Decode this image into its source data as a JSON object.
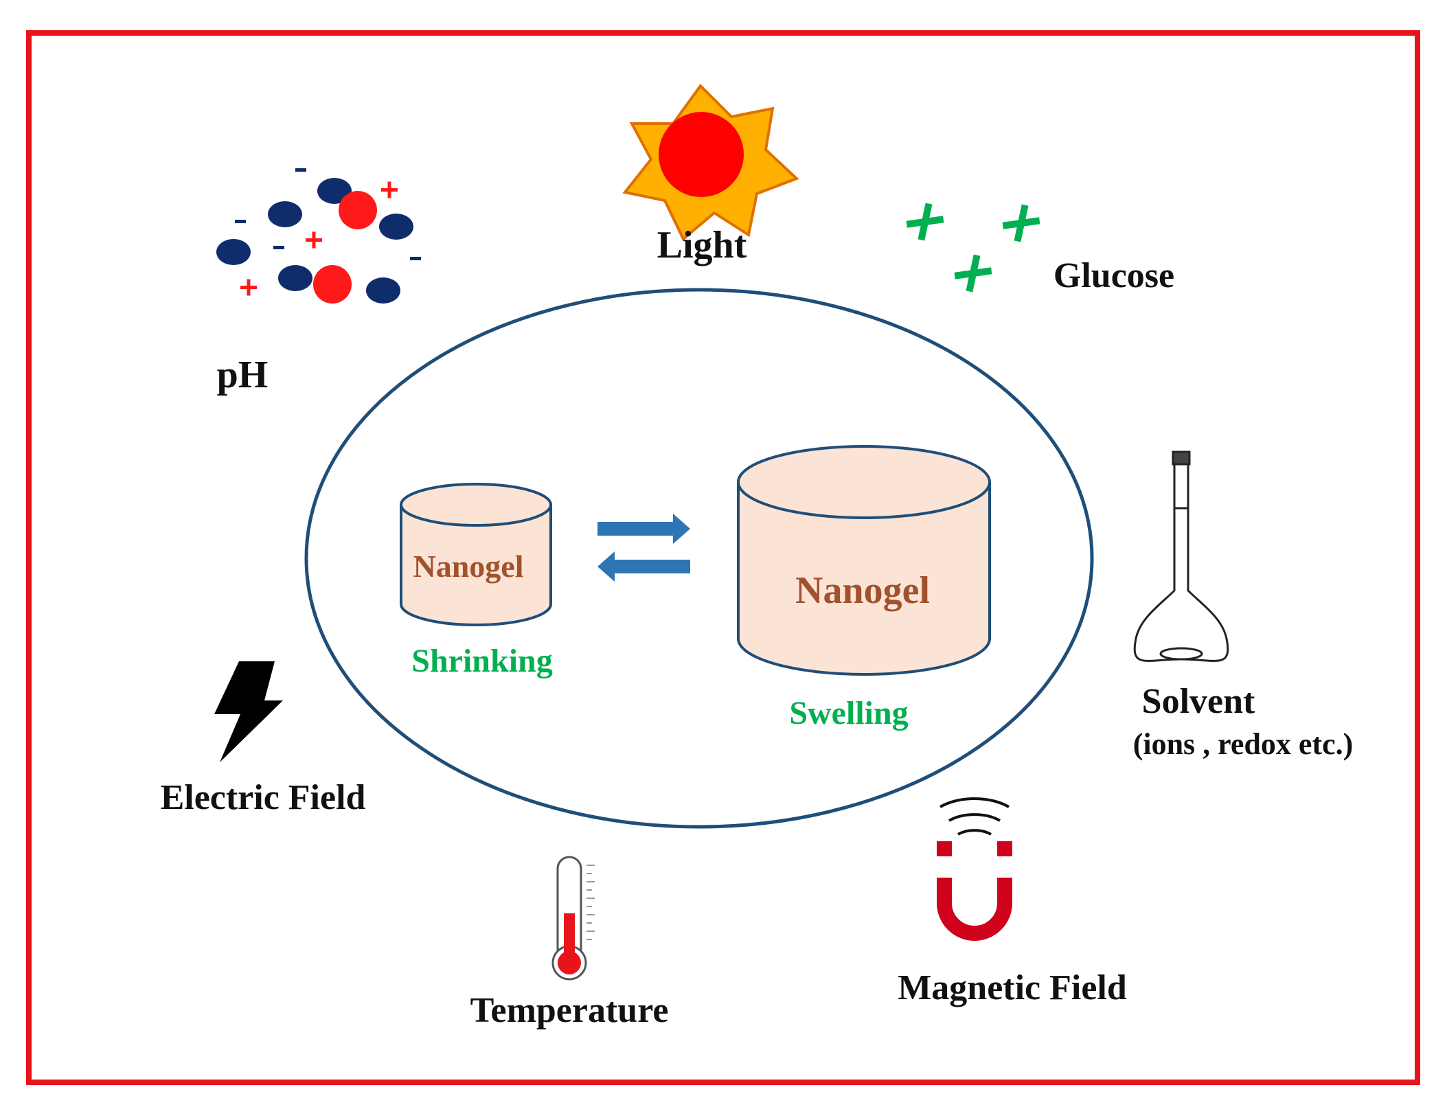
{
  "labels": {
    "ph": "pH",
    "light": "Light",
    "glucose": "Glucose",
    "solvent": "Solvent",
    "solvent_sub": "(ions , redox etc.)",
    "electric_field": "Electric Field",
    "temperature": "Temperature",
    "magnetic_field": "Magnetic Field"
  },
  "nanogel": {
    "small_label": "Nanogel",
    "small_state": "Shrinking",
    "large_label": "Nanogel",
    "large_state": "Swelling"
  },
  "colors": {
    "frame": "#e8141c",
    "ellipse": "#1f4e79",
    "cylinder_fill": "#fbe4d5",
    "cylinder_stroke": "#1f4e79",
    "nanogel_text": "#a0522d",
    "state_text": "#00b050",
    "arrow": "#2e75b6",
    "ion_blue": "#0f2d6b",
    "ion_red": "#ff1a1a",
    "sun_rays": "#ffb000",
    "sun_core": "#ff0000",
    "glucose_plus": "#00b050",
    "bolt": "#000000",
    "magnet": "#d0021b",
    "text": "#111111"
  },
  "icons": {
    "ph": "ion-cluster-icon",
    "light": "sun-icon",
    "glucose": "plus-signs-icon",
    "solvent": "volumetric-flask-icon",
    "electric_field": "lightning-bolt-icon",
    "temperature": "thermometer-icon",
    "magnetic_field": "horseshoe-magnet-icon"
  }
}
